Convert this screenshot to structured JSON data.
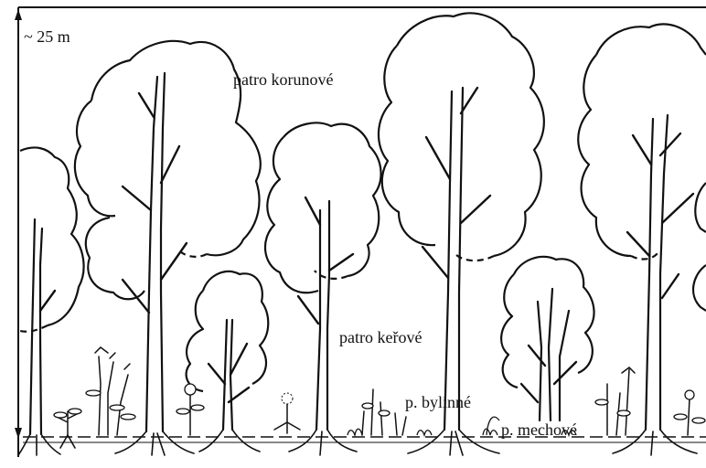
{
  "diagram": {
    "height_label": "~ 25 m",
    "layers": {
      "canopy": "patro korunové",
      "shrub": "patro keřové",
      "herb": "p. bylinné",
      "moss": "p. mechové"
    }
  }
}
